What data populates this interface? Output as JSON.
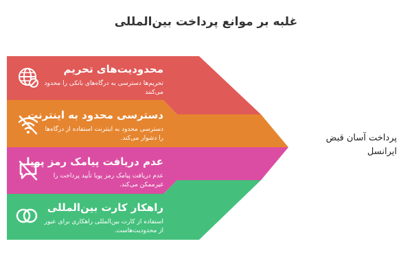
{
  "title": "غلبه بر موانع پرداخت بین‌المللی",
  "bands": [
    {
      "heading": "محدودیت‌های تحریم",
      "description": "تحریم‌ها دسترسی به درگاه‌های بانکی را محدود می‌کنند",
      "icon": "globe-ban-icon",
      "color": "#e05a57"
    },
    {
      "heading": "دسترسی محدود به اینترنت",
      "description": "دسترسی محدود به اینترنت استفاده از درگاه‌ها را دشوار می‌کند.",
      "icon": "wifi-off-icon",
      "color": "#e6852f"
    },
    {
      "heading": "عدم دریافت پیامک رمز پویا",
      "description": "عدم دریافت پیامک رمز پویا تأیید پرداخت را غیرممکن می‌کند.",
      "icon": "message-off-icon",
      "color": "#db4da3"
    },
    {
      "heading": "راهکار کارت بین‌المللی",
      "description": "استفاده از کارت بین‌المللی راهکاری برای عبور از محدودیت‌هاست.",
      "icon": "rings-icon",
      "color": "#44c07c"
    }
  ],
  "result": "پرداخت آسان قبض ایرانسل"
}
